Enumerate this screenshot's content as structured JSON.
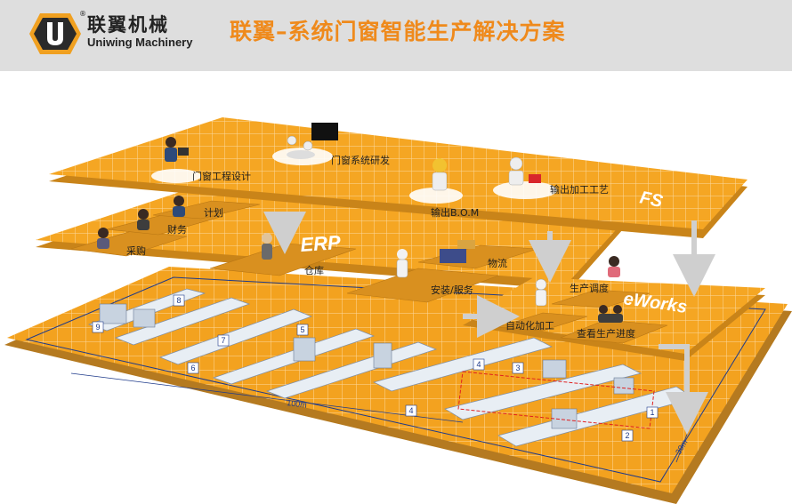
{
  "header": {
    "logo_cn": "联翼机械",
    "logo_en": "Uniwing Machinery",
    "logo_reg": "®",
    "title": "联翼–系统门窗智能生产解决方案"
  },
  "layer_fs": {
    "badge": "FS",
    "items": [
      "门窗工程设计",
      "门窗系统研发",
      "输出B.O.M",
      "输出加工工艺"
    ]
  },
  "layer_erp": {
    "badge": "ERP",
    "items": [
      "计划",
      "财务",
      "采购",
      "仓库",
      "物流",
      "安装/服务"
    ]
  },
  "layer_eworks": {
    "badge": "eWorks",
    "items": [
      "生产调度",
      "自动化加工",
      "查看生产进度"
    ]
  },
  "factory": {
    "stations": [
      "9",
      "8",
      "7",
      "6",
      "5",
      "4",
      "4",
      "3",
      "1",
      "2"
    ],
    "dim_length": "100m",
    "dim_width": "30m"
  },
  "colors": {
    "accent": "#ef8a1c",
    "layer_fill": "#f5a623",
    "header_bg": "#dedede"
  }
}
